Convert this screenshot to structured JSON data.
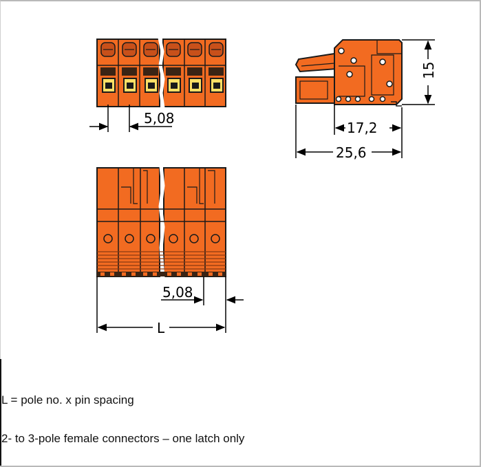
{
  "colors": {
    "connector": "#f26b21",
    "connector_dark": "#c8501a",
    "outline": "#1a1a1a",
    "contact_window": "#ffe066",
    "frame": "#b9b9b9"
  },
  "dimensions": {
    "pitch_top": "5,08",
    "pitch_bottom": "5,08",
    "side_width": "17,2",
    "side_length": "25,6",
    "height": "15",
    "overall": "L"
  },
  "notes": {
    "formula": "L = pole no. x pin spacing",
    "latch_note": "2- to 3-pole female connectors – one latch only"
  }
}
